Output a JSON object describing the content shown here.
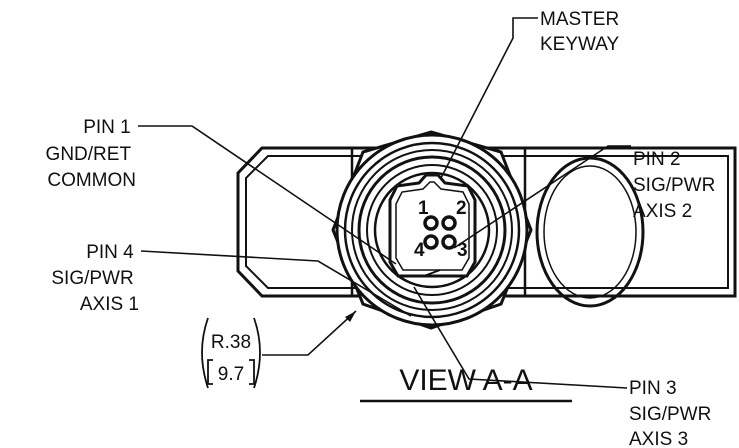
{
  "labels": {
    "master_keyway": [
      "MASTER",
      "KEYWAY"
    ],
    "pin1": [
      "PIN 1",
      "GND/RET",
      "COMMON"
    ],
    "pin2": [
      "PIN 2",
      "SIG/PWR",
      "AXIS 2"
    ],
    "pin3": [
      "PIN 3",
      "SIG/PWR",
      "AXIS 3"
    ],
    "pin4": [
      "PIN 4",
      "SIG/PWR",
      "AXIS 1"
    ]
  },
  "dimension": {
    "inches": "R.38",
    "millimeters": "9.7"
  },
  "view_title": "VIEW A-A",
  "pin_numbers": [
    "1",
    "2",
    "3",
    "4"
  ]
}
